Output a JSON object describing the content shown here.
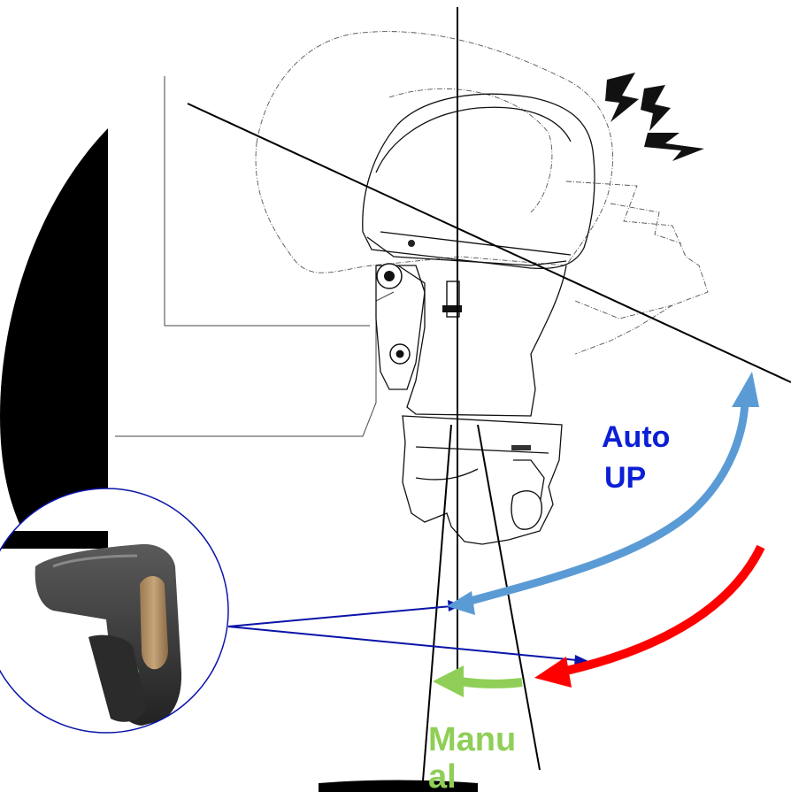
{
  "labels": {
    "auto_line1": "Auto",
    "auto_line2": "UP",
    "manual_line1": "Manu",
    "manual_line2": "al"
  },
  "colors": {
    "auto_arrow": "#5b9bd5",
    "auto_text": "#0b1fd6",
    "manual_arrow": "#8fcf57",
    "manual_text": "#8fcf57",
    "red_arrow": "#ff0000",
    "pointer_lines": "#0a14a8",
    "outline": "#000000"
  },
  "icons": {
    "vibration": "vibration-zigzag-icon",
    "switch": "trim-tilt-switch-icon"
  }
}
